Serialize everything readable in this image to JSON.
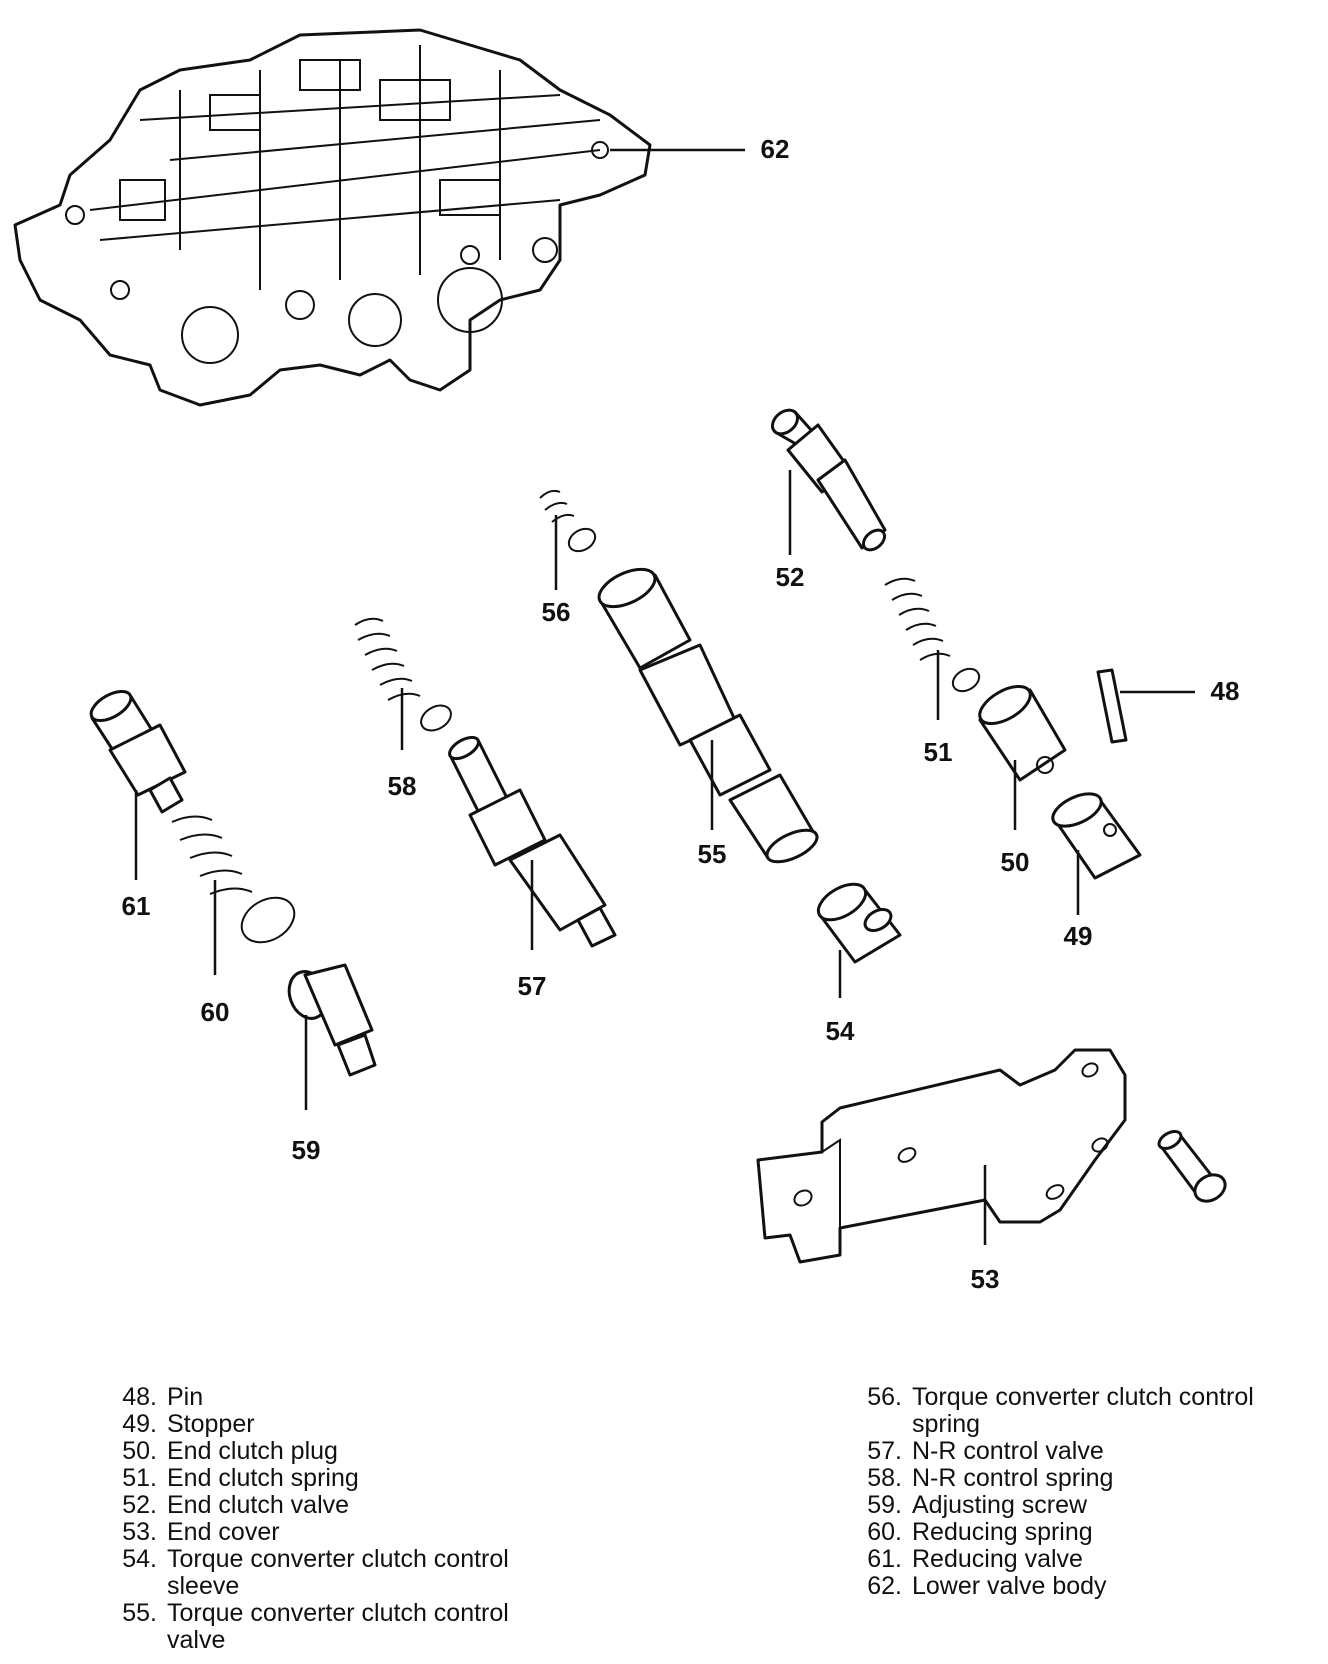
{
  "figure_id": "ZTFA0541",
  "callouts": [
    "62",
    "52",
    "56",
    "58",
    "51",
    "48",
    "55",
    "50",
    "61",
    "57",
    "49",
    "60",
    "54",
    "59",
    "53"
  ],
  "legend": {
    "left": [
      {
        "num": "48.",
        "text": "Pin"
      },
      {
        "num": "49.",
        "text": "Stopper"
      },
      {
        "num": "50.",
        "text": "End clutch plug"
      },
      {
        "num": "51.",
        "text": "End clutch spring"
      },
      {
        "num": "52.",
        "text": "End clutch valve"
      },
      {
        "num": "53.",
        "text": "End cover"
      },
      {
        "num": "54.",
        "text": "Torque converter clutch control sleeve"
      },
      {
        "num": "55.",
        "text": "Torque converter clutch control valve"
      }
    ],
    "right": [
      {
        "num": "56.",
        "text": "Torque converter clutch control spring"
      },
      {
        "num": "57.",
        "text": "N-R control valve"
      },
      {
        "num": "58.",
        "text": "N-R control spring"
      },
      {
        "num": "59.",
        "text": "Adjusting screw"
      },
      {
        "num": "60.",
        "text": "Reducing spring"
      },
      {
        "num": "61.",
        "text": "Reducing valve"
      },
      {
        "num": "62.",
        "text": "Lower valve body"
      }
    ]
  }
}
